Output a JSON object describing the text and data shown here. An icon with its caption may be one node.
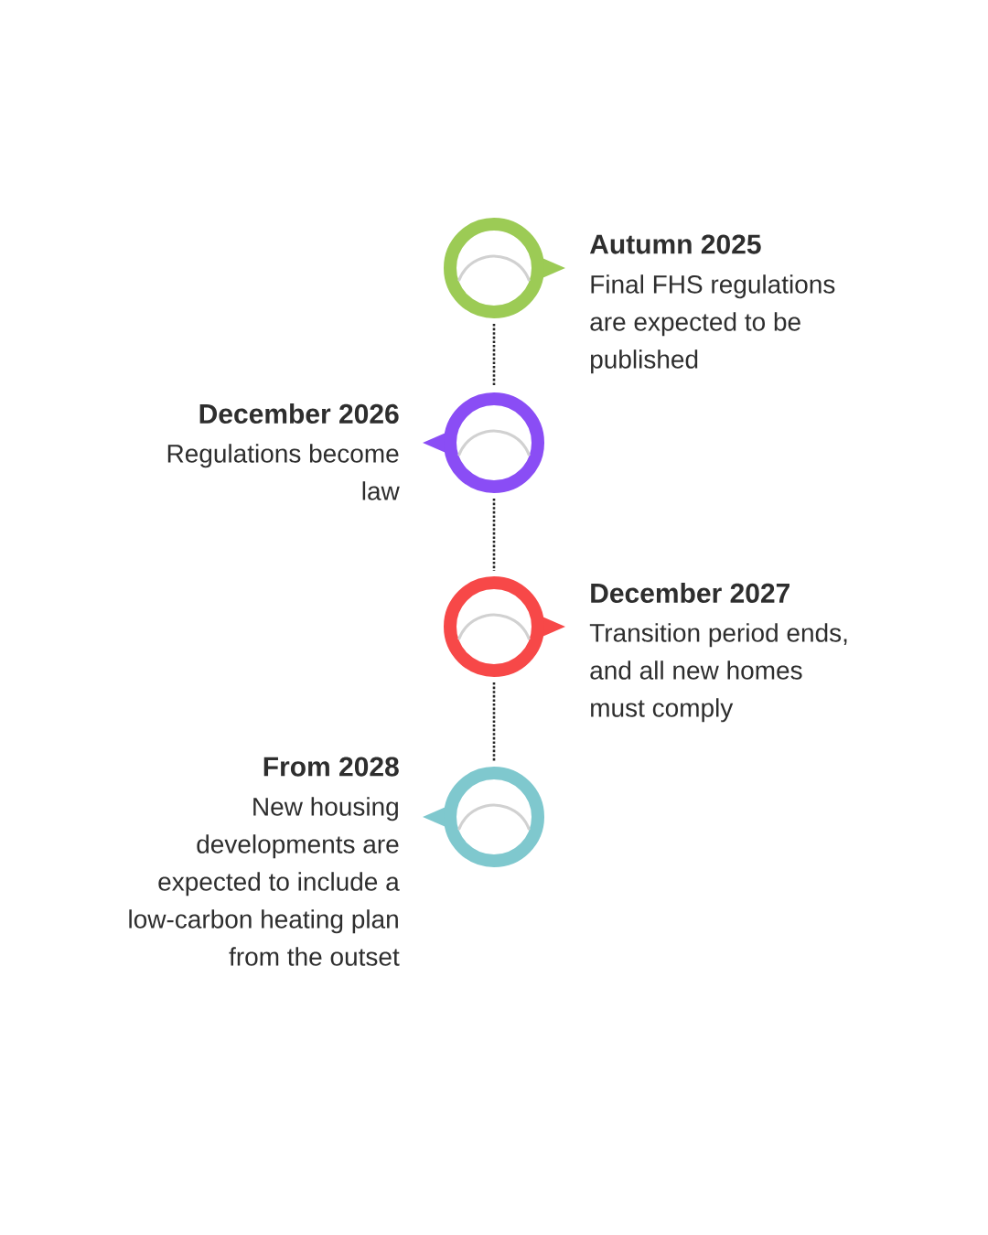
{
  "diagram": {
    "nodes": [
      {
        "text": [],
        "shape": "circle",
        "beside": [
          "Autumn 2025",
          "Final FHS regulations are expected to be published"
        ]
      },
      {
        "text": [],
        "shape": "circle",
        "beside": [
          "December 2026",
          "Regulations become law"
        ]
      },
      {
        "text": [],
        "shape": "circle",
        "beside": [
          "December 2027",
          "Transition period ends, and all new homes must comply"
        ]
      },
      {
        "text": [],
        "shape": "circle",
        "beside": [
          "From 2028",
          "New housing developments are expected to include a low-carbon heating plan from the outset"
        ]
      }
    ],
    "edges": [
      {
        "from": 0,
        "to": 1,
        "arrow": "none",
        "style": "dashed"
      },
      {
        "from": 1,
        "to": 2,
        "arrow": "none",
        "style": "dashed"
      },
      {
        "from": 2,
        "to": 3,
        "arrow": "none",
        "style": "dashed"
      }
    ]
  }
}
